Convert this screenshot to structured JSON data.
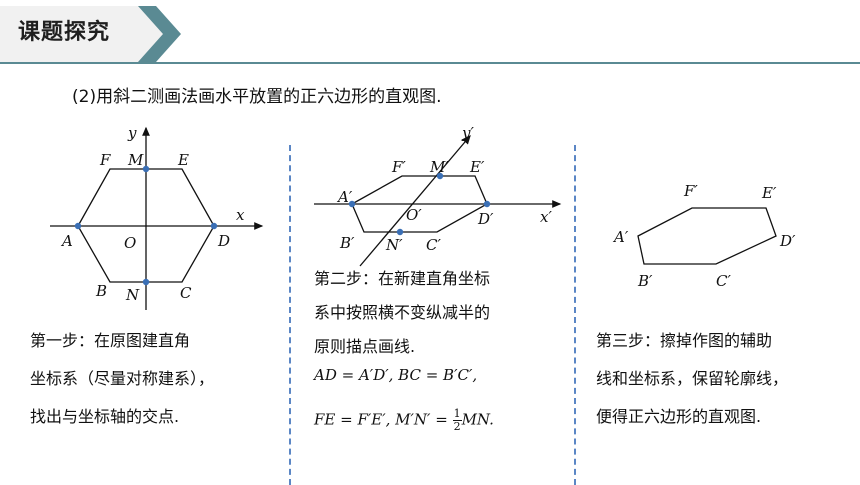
{
  "header": {
    "title": "课题探究"
  },
  "task": {
    "text": "(2)用斜二测画法画水平放置的正六边形的直观图."
  },
  "step1": {
    "lines": [
      "第一步：在原图建直角",
      "坐标系（尽量对称建系），",
      "找出与坐标轴的交点."
    ]
  },
  "step2": {
    "lines": [
      "第二步：在新建直角坐标",
      "系中按照横不变纵减半的",
      "原则描点画线."
    ],
    "eq1": "AD = A′D′, BC = B′C′,",
    "eq2_prefix": "FE = F′E′, M′N′ = ",
    "eq2_num": "1",
    "eq2_den": "2",
    "eq2_suffix": "MN."
  },
  "step3": {
    "lines": [
      "第三步：擦掉作图的辅助",
      "线和坐标系，保留轮廓线，",
      "便得正六边形的直观图."
    ]
  },
  "fig1": {
    "labels": {
      "y": "y",
      "x": "x",
      "F": "F",
      "M": "M",
      "E": "E",
      "A": "A",
      "O": "O",
      "D": "D",
      "B": "B",
      "N": "N",
      "C": "C"
    }
  },
  "fig2": {
    "labels": {
      "y": "y′",
      "x": "x′",
      "F": "F′",
      "M": "M′",
      "E": "E′",
      "A": "A′",
      "O": "O′",
      "D": "D′",
      "B": "B′",
      "N": "N′",
      "C": "C′"
    }
  },
  "fig3": {
    "labels": {
      "F": "F′",
      "E": "E′",
      "A": "A′",
      "D": "D′",
      "B": "B′",
      "C": "C′"
    }
  },
  "colors": {
    "accent": "#5a8a93",
    "point": "#3a6fb5",
    "divider": "#5b86c5"
  }
}
